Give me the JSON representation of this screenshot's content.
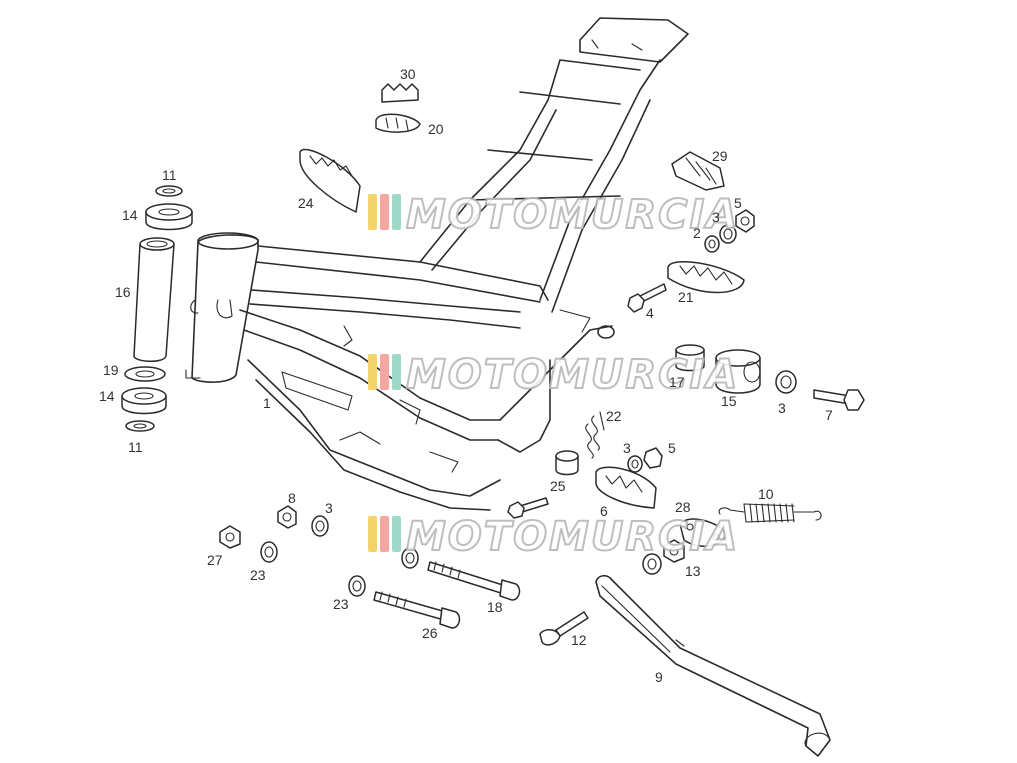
{
  "watermark": {
    "brand": "MOTOMURCIA",
    "stripe_colors": [
      "#f3d36b",
      "#f2a8a0",
      "#9fd9c8"
    ]
  },
  "callouts": [
    {
      "id": "c1",
      "text": "1"
    },
    {
      "id": "c2",
      "text": "2"
    },
    {
      "id": "c3a",
      "text": "3"
    },
    {
      "id": "c3b",
      "text": "3"
    },
    {
      "id": "c3c",
      "text": "3"
    },
    {
      "id": "c3d",
      "text": "3"
    },
    {
      "id": "c4",
      "text": "4"
    },
    {
      "id": "c5a",
      "text": "5"
    },
    {
      "id": "c5b",
      "text": "5"
    },
    {
      "id": "c6",
      "text": "6"
    },
    {
      "id": "c7",
      "text": "7"
    },
    {
      "id": "c8",
      "text": "8"
    },
    {
      "id": "c9",
      "text": "9"
    },
    {
      "id": "c10",
      "text": "10"
    },
    {
      "id": "c11a",
      "text": "11"
    },
    {
      "id": "c11b",
      "text": "11"
    },
    {
      "id": "c12",
      "text": "12"
    },
    {
      "id": "c13",
      "text": "13"
    },
    {
      "id": "c14a",
      "text": "14"
    },
    {
      "id": "c14b",
      "text": "14"
    },
    {
      "id": "c15",
      "text": "15"
    },
    {
      "id": "c16",
      "text": "16"
    },
    {
      "id": "c17",
      "text": "17"
    },
    {
      "id": "c18",
      "text": "18"
    },
    {
      "id": "c19",
      "text": "19"
    },
    {
      "id": "c20",
      "text": "20"
    },
    {
      "id": "c21",
      "text": "21"
    },
    {
      "id": "c22",
      "text": "22"
    },
    {
      "id": "c23a",
      "text": "23"
    },
    {
      "id": "c23b",
      "text": "23"
    },
    {
      "id": "c24",
      "text": "24"
    },
    {
      "id": "c25",
      "text": "25"
    },
    {
      "id": "c26",
      "text": "26"
    },
    {
      "id": "c27",
      "text": "27"
    },
    {
      "id": "c28",
      "text": "28"
    },
    {
      "id": "c29",
      "text": "29"
    },
    {
      "id": "c30",
      "text": "30"
    }
  ]
}
